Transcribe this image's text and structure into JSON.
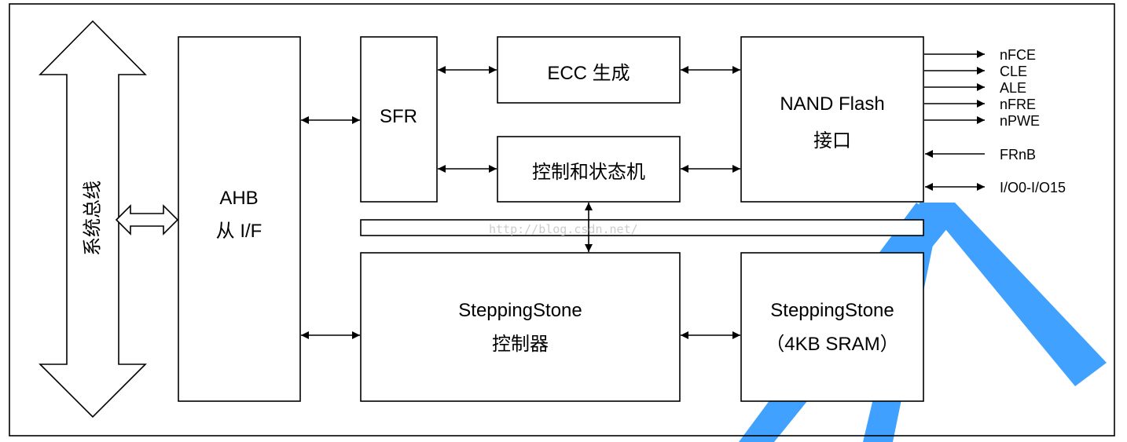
{
  "bus": {
    "label": "系统总线"
  },
  "blocks": {
    "ahb": {
      "line1": "AHB",
      "line2": "从 I/F"
    },
    "sfr": {
      "label": "SFR"
    },
    "ecc": {
      "label": "ECC 生成"
    },
    "ctrl": {
      "label": "控制和状态机"
    },
    "nand": {
      "line1": "NAND Flash",
      "line2": "接口"
    },
    "ss_ctrl": {
      "line1": "SteppingStone",
      "line2": "控制器"
    },
    "ss_sram": {
      "line1": "SteppingStone",
      "line2": "（4KB SRAM）"
    }
  },
  "signals": {
    "nfce": "nFCE",
    "cle": "CLE",
    "ale": "ALE",
    "nfre": "nFRE",
    "npwe": "nPWE",
    "frnb": "FRnB",
    "io": "I/O0-I/O15"
  },
  "watermark": {
    "text": "http://blog.csdn.net/",
    "color": "#1e90ff"
  }
}
